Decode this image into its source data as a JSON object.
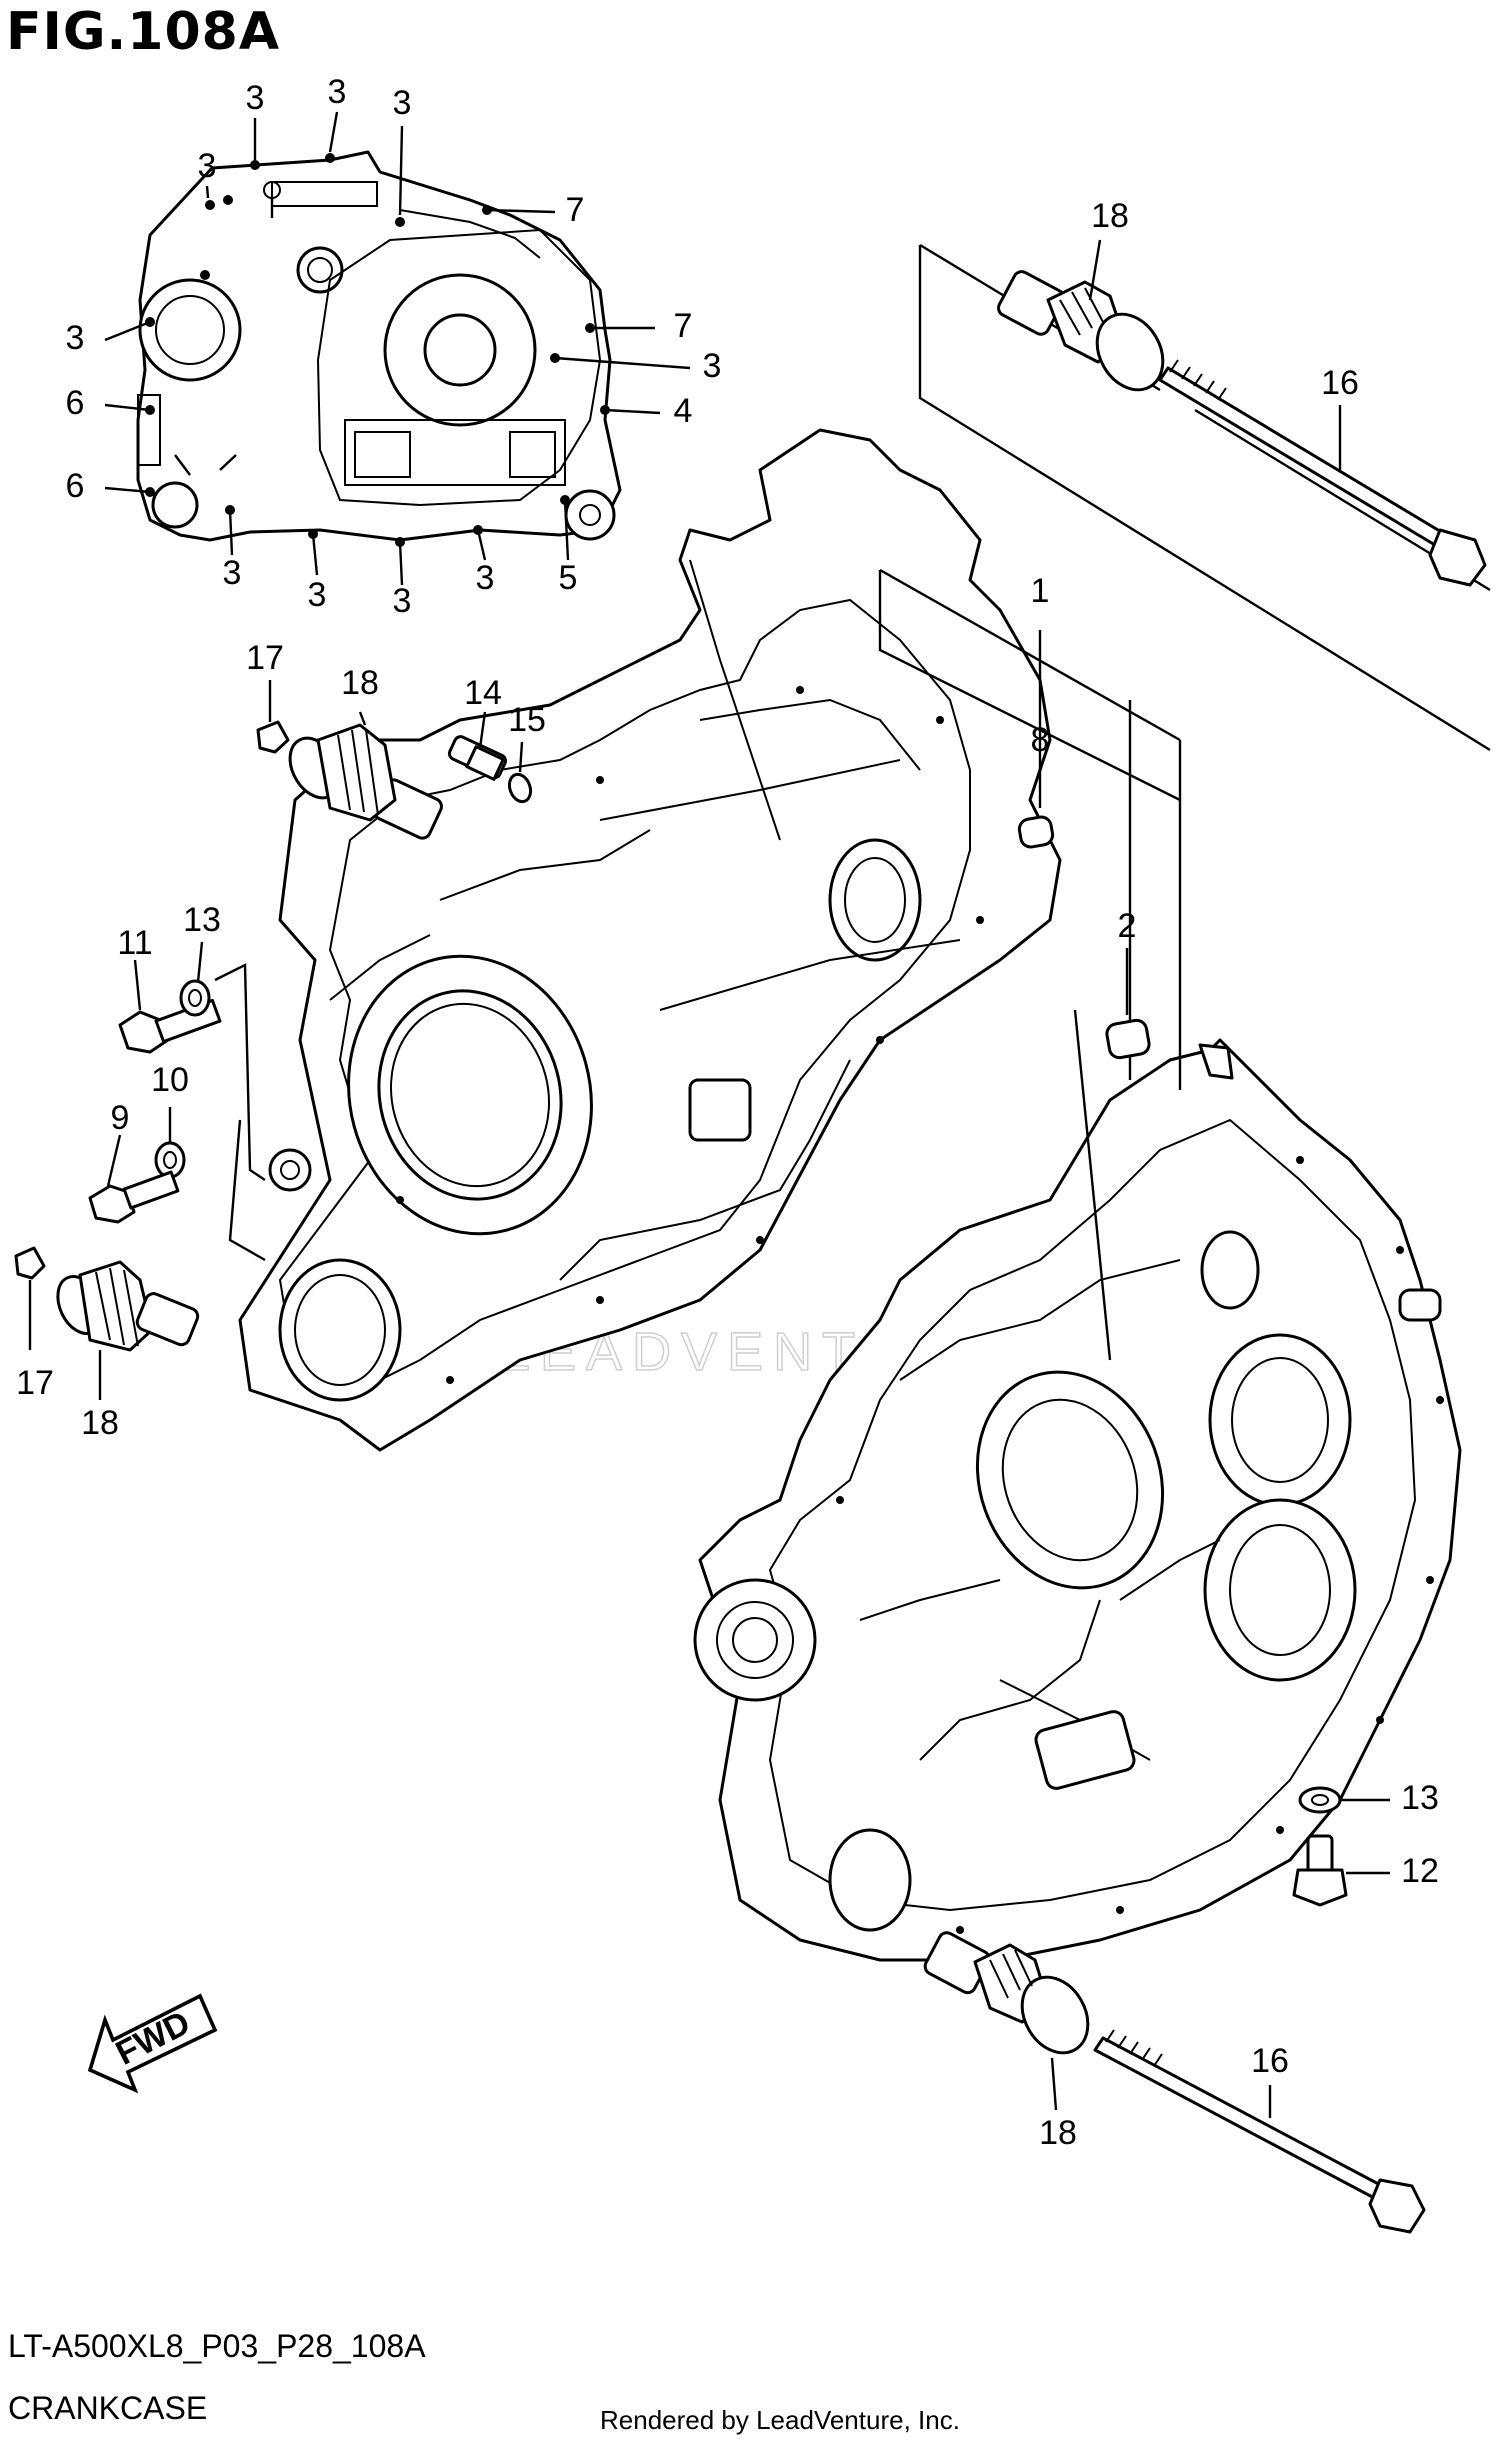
{
  "figure": {
    "title": "FIG.108A",
    "model_code": "LT-A500XL8_P03_P28_108A",
    "assembly_name": "CRANKCASE",
    "credit": "Rendered by LeadVenture, Inc.",
    "watermark": "LEADVENTURE"
  },
  "direction_arrow": {
    "label": "FWD",
    "icon": "fwd-arrow-icon"
  },
  "callouts": [
    {
      "id": "c01",
      "number": "3"
    },
    {
      "id": "c02",
      "number": "3"
    },
    {
      "id": "c03",
      "number": "3"
    },
    {
      "id": "c04",
      "number": "3"
    },
    {
      "id": "c05",
      "number": "7"
    },
    {
      "id": "c06",
      "number": "3"
    },
    {
      "id": "c07",
      "number": "7"
    },
    {
      "id": "c08",
      "number": "3"
    },
    {
      "id": "c09",
      "number": "6"
    },
    {
      "id": "c10",
      "number": "4"
    },
    {
      "id": "c11",
      "number": "6"
    },
    {
      "id": "c12",
      "number": "3"
    },
    {
      "id": "c13",
      "number": "3"
    },
    {
      "id": "c14",
      "number": "3"
    },
    {
      "id": "c15",
      "number": "3"
    },
    {
      "id": "c16",
      "number": "5"
    },
    {
      "id": "c17",
      "number": "18"
    },
    {
      "id": "c18",
      "number": "16"
    },
    {
      "id": "c19",
      "number": "1"
    },
    {
      "id": "c20",
      "number": "8"
    },
    {
      "id": "c21",
      "number": "17"
    },
    {
      "id": "c22",
      "number": "18"
    },
    {
      "id": "c23",
      "number": "14"
    },
    {
      "id": "c24",
      "number": "15"
    },
    {
      "id": "c25",
      "number": "2"
    },
    {
      "id": "c26",
      "number": "11"
    },
    {
      "id": "c27",
      "number": "13"
    },
    {
      "id": "c28",
      "number": "10"
    },
    {
      "id": "c29",
      "number": "9"
    },
    {
      "id": "c30",
      "number": "17"
    },
    {
      "id": "c31",
      "number": "18"
    },
    {
      "id": "c32",
      "number": "13"
    },
    {
      "id": "c33",
      "number": "12"
    },
    {
      "id": "c34",
      "number": "16"
    },
    {
      "id": "c35",
      "number": "18"
    }
  ]
}
